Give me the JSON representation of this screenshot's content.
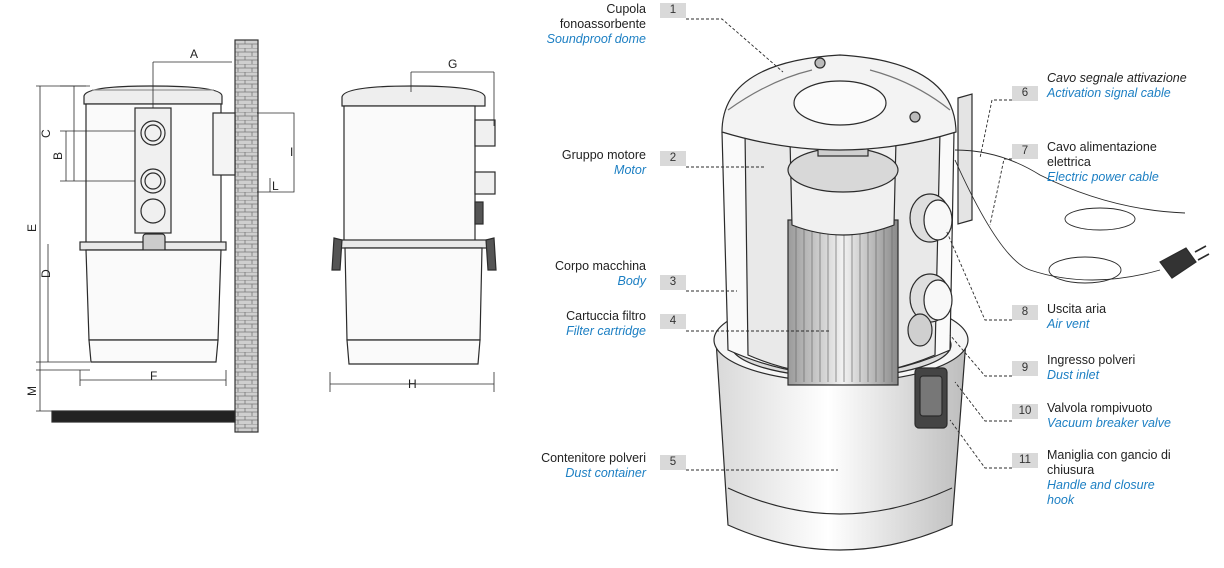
{
  "dimension_letters": {
    "a": "A",
    "b": "B",
    "c": "C",
    "d": "D",
    "e": "E",
    "f": "F",
    "g": "G",
    "h": "H",
    "i": "I",
    "l": "L",
    "m": "M"
  },
  "callouts": [
    {
      "num": "1",
      "it_label": "Cupola fonoassorbente",
      "en_label": "Soundproof dome"
    },
    {
      "num": "2",
      "it_label": "Gruppo motore",
      "en_label": "Motor"
    },
    {
      "num": "3",
      "it_label": "Corpo macchina",
      "en_label": "Body"
    },
    {
      "num": "4",
      "it_label": "Cartuccia filtro",
      "en_label": "Filter cartridge"
    },
    {
      "num": "5",
      "it_label": "Contenitore polveri",
      "en_label": "Dust container"
    },
    {
      "num": "6",
      "it_label": "Cavo segnale attivazione",
      "en_label": "Activation signal cable"
    },
    {
      "num": "7",
      "it_label": "Cavo alimentazione elettrica",
      "en_label": "Electric power cable"
    },
    {
      "num": "8",
      "it_label": "Uscita aria",
      "en_label": "Air vent"
    },
    {
      "num": "9",
      "it_label": "Ingresso polveri",
      "en_label": "Dust inlet"
    },
    {
      "num": "10",
      "it_label": "Valvola rompivuoto",
      "en_label": "Vacuum breaker valve"
    },
    {
      "num": "11",
      "it_label": "Maniglia con gancio di chiusura",
      "en_label": "Handle and closure hook"
    }
  ],
  "colors": {
    "accent": "#1c7fc3",
    "line": "#2b2b2b",
    "badge": "#d9d9d9",
    "wall": "#b8b8b8"
  }
}
